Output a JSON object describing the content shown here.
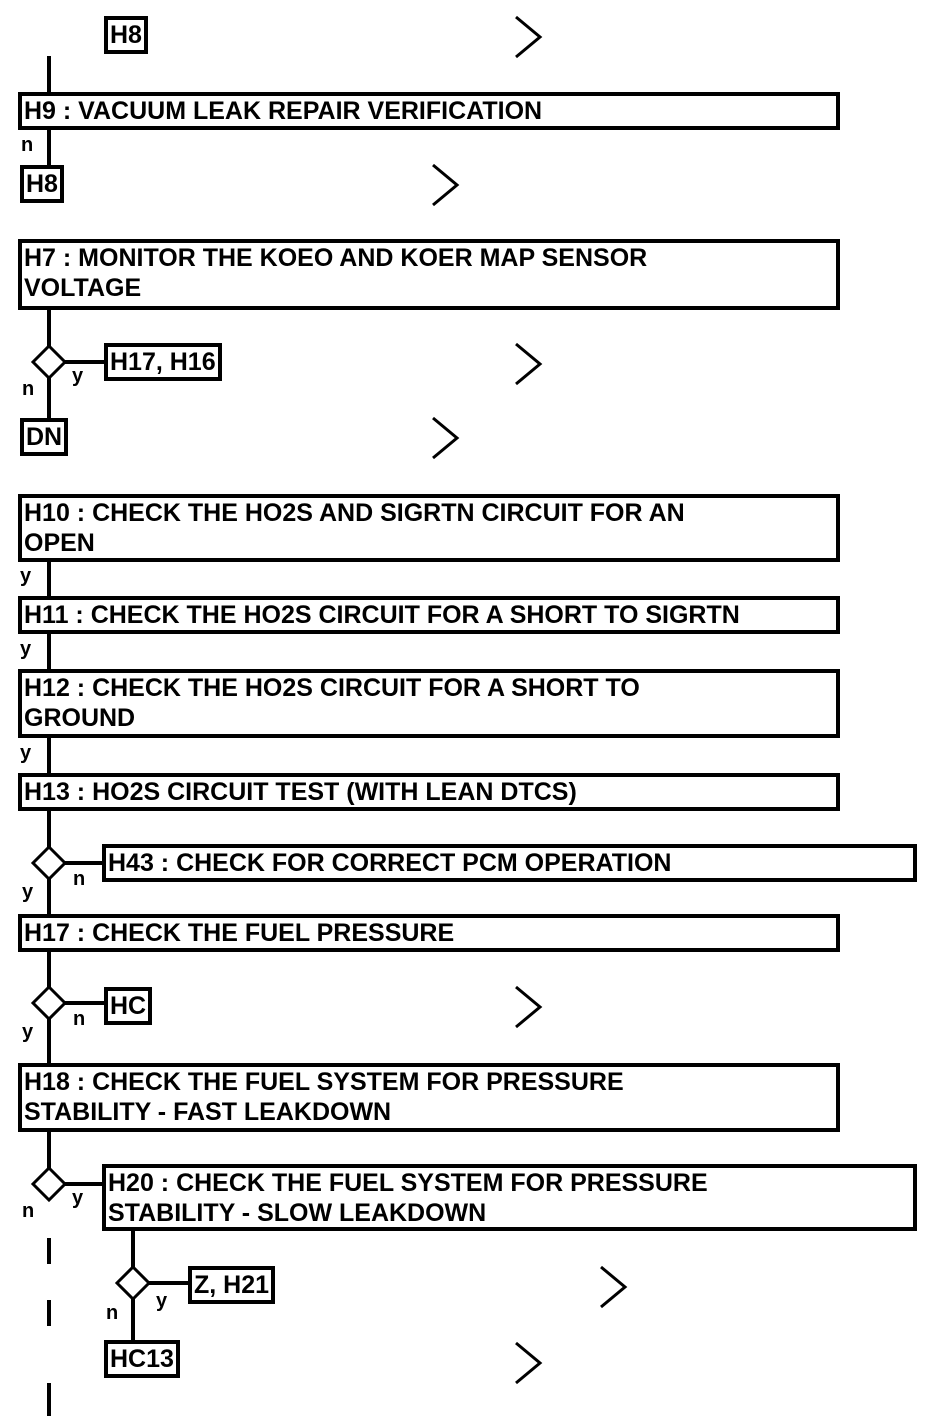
{
  "colors": {
    "ink": "#000000",
    "paper": "#ffffff"
  },
  "steps": {
    "h9": "H9 : VACUUM LEAK REPAIR VERIFICATION",
    "h7": "H7 : MONITOR THE KOEO AND KOER MAP SENSOR\nVOLTAGE",
    "h10": "H10 : CHECK THE HO2S AND SIGRTN CIRCUIT FOR AN\nOPEN",
    "h11": "H11 : CHECK THE HO2S CIRCUIT FOR A SHORT TO SIGRTN",
    "h12": "H12 : CHECK THE HO2S CIRCUIT FOR A SHORT TO\nGROUND",
    "h13": "H13 : HO2S CIRCUIT TEST (WITH LEAN DTCS)",
    "h43": "H43 : CHECK FOR CORRECT PCM OPERATION",
    "h17": "H17 : CHECK THE FUEL PRESSURE",
    "h18": "H18 : CHECK THE FUEL SYSTEM FOR PRESSURE\nSTABILITY - FAST LEAKDOWN",
    "h20": "H20 : CHECK THE FUEL SYSTEM FOR PRESSURE\nSTABILITY - SLOW LEAKDOWN"
  },
  "refs": {
    "top_h8": "H8",
    "h9_n_h8": "H8",
    "h7_y": "H17, H16",
    "h7_n": "DN",
    "h17_n": "HC",
    "h20_y": "Z, H21",
    "h20_n": "HC13"
  },
  "branch_labels": {
    "h9_n": "n",
    "h7_n": "n",
    "h7_y": "y",
    "h10_y": "y",
    "h11_y": "y",
    "h12_y": "y",
    "h13_y": "y",
    "h13_n": "n",
    "h17_y": "y",
    "h17_n": "n",
    "h18_n": "n",
    "h18_y": "y",
    "h20_n": "n",
    "h20_y": "y"
  },
  "icons": {
    "continuation": "chevron-right-icon",
    "decision": "diamond-icon"
  }
}
